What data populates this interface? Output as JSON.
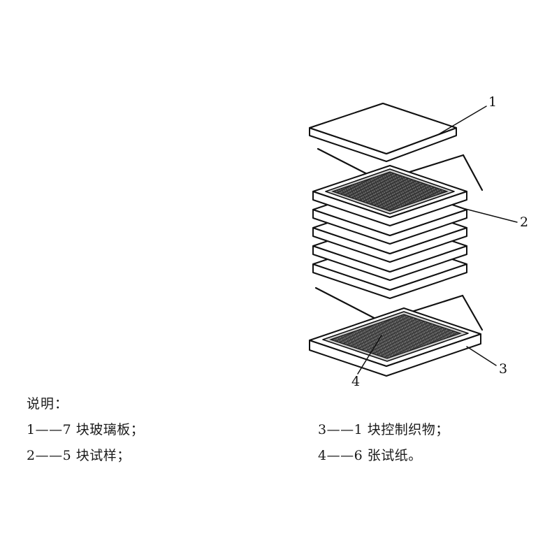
{
  "figure": {
    "title_visible": false,
    "background_color": "#ffffff",
    "line_color": "#111111",
    "fabric_fill_color": "#4a4a4a",
    "fabric_border_color": "#cfcfcf"
  },
  "callouts": [
    {
      "id": "1",
      "label": "1",
      "target": "top-glass-plate"
    },
    {
      "id": "2",
      "label": "2",
      "target": "specimen-stack"
    },
    {
      "id": "3",
      "label": "3",
      "target": "control-fabric-plate"
    },
    {
      "id": "4",
      "label": "4",
      "target": "test-paper-fabric"
    }
  ],
  "legend": {
    "title": "说明：",
    "left_column": [
      {
        "key": "1",
        "dash": "——",
        "text": "7 块玻璃板；"
      },
      {
        "key": "2",
        "dash": "——",
        "text": "5 块试样；"
      }
    ],
    "right_column": [
      {
        "key": "3",
        "dash": "——",
        "text": "1 块控制织物；"
      },
      {
        "key": "4",
        "dash": "——",
        "text": "6 张试纸。"
      }
    ]
  },
  "assembly": {
    "top_plate_count": 1,
    "middle_stack_plate_count": 5,
    "bottom_plate_count": 1,
    "textured_layer_count": 2
  }
}
